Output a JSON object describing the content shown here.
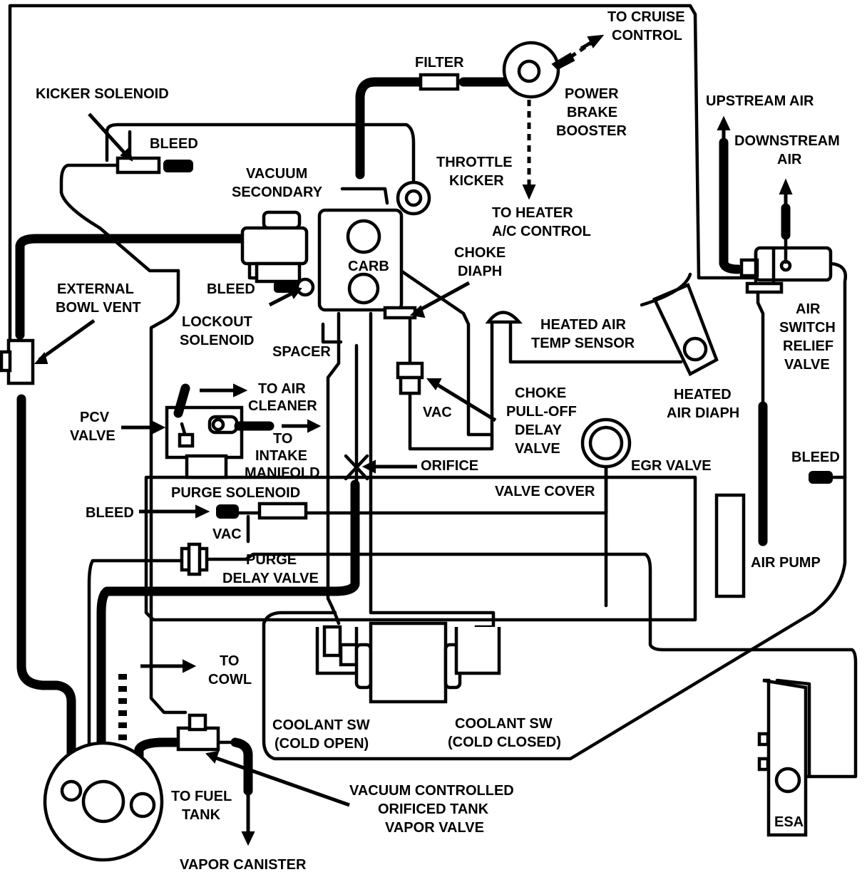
{
  "labels": {
    "to_cruise": [
      "TO CRUISE",
      "CONTROL"
    ],
    "filter": "FILTER",
    "power_brake": [
      "POWER",
      "BRAKE",
      "BOOSTER"
    ],
    "kicker_solenoid": "KICKER SOLENOID",
    "bleed_top": "BLEED",
    "throttle_kicker": [
      "THROTTLE",
      "KICKER"
    ],
    "vacuum_secondary": [
      "VACUUM",
      "SECONDARY"
    ],
    "upstream_air": "UPSTREAM AIR",
    "downstream_air": [
      "DOWNSTREAM",
      "AIR"
    ],
    "to_heater": [
      "TO HEATER",
      "A/C CONTROL"
    ],
    "choke_diaph": [
      "CHOKE",
      "DIAPH"
    ],
    "carb": "CARB",
    "external_bowl_vent": [
      "EXTERNAL",
      "BOWL VENT"
    ],
    "bleed_left": "BLEED",
    "lockout_solenoid": [
      "LOCKOUT",
      "SOLENOID"
    ],
    "heated_air_temp": [
      "HEATED AIR",
      "TEMP SENSOR"
    ],
    "air_switch": [
      "AIR",
      "SWITCH",
      "RELIEF",
      "VALVE"
    ],
    "spacer": "SPACER",
    "heated_air_diaph": [
      "HEATED",
      "AIR DIAPH"
    ],
    "to_air_cleaner": [
      "TO AIR",
      "CLEANER"
    ],
    "choke_pulloff": [
      "CHOKE",
      "PULL-OFF",
      "DELAY",
      "VALVE"
    ],
    "vac_choke": "VAC",
    "pcv_valve": [
      "PCV",
      "VALVE"
    ],
    "to_intake": [
      "TO",
      "INTAKE",
      "MANIFOLD"
    ],
    "bleed_right": "BLEED",
    "orifice": "ORIFICE",
    "egr_valve": "EGR VALVE",
    "purge_solenoid": "PURGE SOLENOID",
    "valve_cover": "VALVE COVER",
    "bleed_purge": "BLEED",
    "vac_purge": "VAC",
    "purge_delay": [
      "PURGE",
      "DELAY VALVE"
    ],
    "air_pump": "AIR PUMP",
    "to_cowl": [
      "TO",
      "COWL"
    ],
    "coolant_open": [
      "COOLANT SW",
      "(COLD OPEN)"
    ],
    "coolant_closed": [
      "COOLANT SW",
      "(COLD CLOSED)"
    ],
    "vacuum_controlled": [
      "VACUUM CONTROLLED",
      "ORIFICED TANK",
      "VAPOR VALVE"
    ],
    "to_fuel_tank": [
      "TO FUEL",
      "TANK"
    ],
    "esa": "ESA",
    "vapor_canister": "VAPOR CANISTER"
  }
}
